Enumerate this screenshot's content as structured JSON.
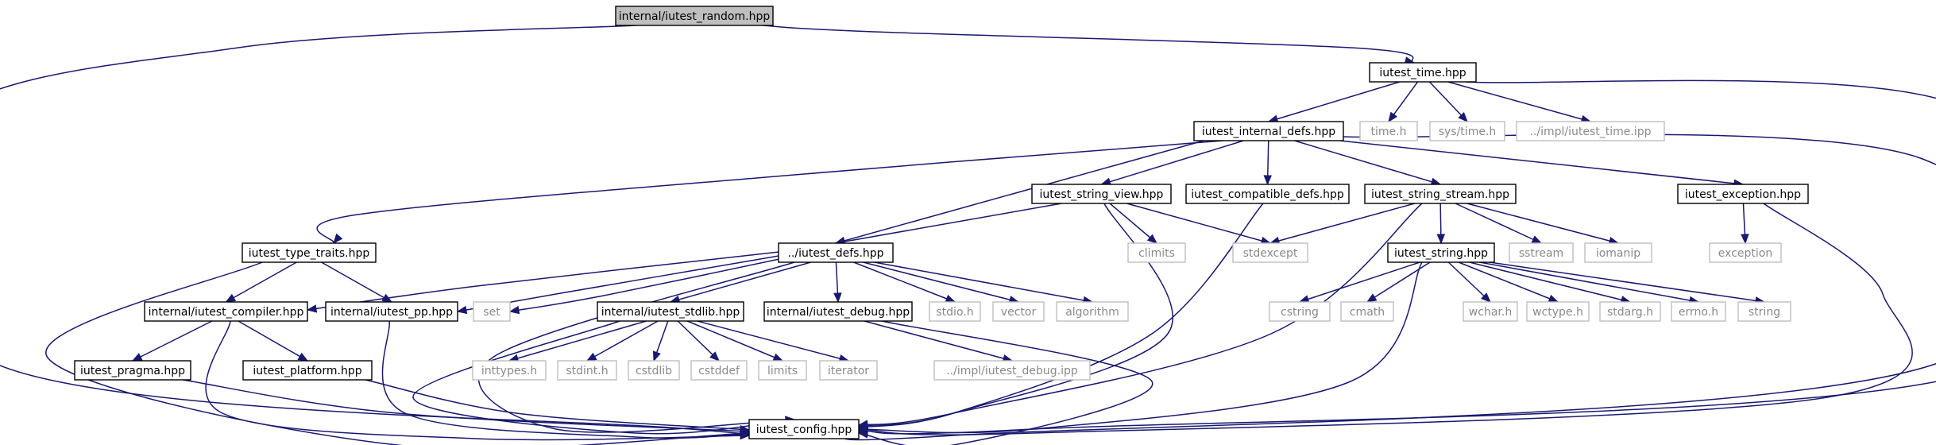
{
  "diagram": {
    "colors": {
      "edge": "#191970",
      "root_fill": "#bfbfbf",
      "node_border": "#000000",
      "system_border": "#bfbfbf",
      "system_text": "#8a8a8a",
      "node_text": "#000000"
    },
    "nodes": [
      {
        "id": "random",
        "label": "internal/iutest_random.hpp",
        "kind": "root"
      },
      {
        "id": "time",
        "label": "iutest_time.hpp",
        "kind": "header"
      },
      {
        "id": "internal_defs",
        "label": "iutest_internal_defs.hpp",
        "kind": "header"
      },
      {
        "id": "time_h",
        "label": "time.h",
        "kind": "system"
      },
      {
        "id": "sys_time_h",
        "label": "sys/time.h",
        "kind": "system"
      },
      {
        "id": "impl_time",
        "label": "../impl/iutest_time.ipp",
        "kind": "system"
      },
      {
        "id": "string_view",
        "label": "iutest_string_view.hpp",
        "kind": "header"
      },
      {
        "id": "compatible_defs",
        "label": "iutest_compatible_defs.hpp",
        "kind": "header"
      },
      {
        "id": "string_stream",
        "label": "iutest_string_stream.hpp",
        "kind": "header"
      },
      {
        "id": "exception",
        "label": "iutest_exception.hpp",
        "kind": "header"
      },
      {
        "id": "type_traits",
        "label": "iutest_type_traits.hpp",
        "kind": "header"
      },
      {
        "id": "defs",
        "label": "../iutest_defs.hpp",
        "kind": "header"
      },
      {
        "id": "climits",
        "label": "climits",
        "kind": "system"
      },
      {
        "id": "stdexcept",
        "label": "stdexcept",
        "kind": "system"
      },
      {
        "id": "string_hpp",
        "label": "iutest_string.hpp",
        "kind": "header"
      },
      {
        "id": "sstream",
        "label": "sstream",
        "kind": "system"
      },
      {
        "id": "iomanip",
        "label": "iomanip",
        "kind": "system"
      },
      {
        "id": "exception_std",
        "label": "exception",
        "kind": "system"
      },
      {
        "id": "compiler",
        "label": "internal/iutest_compiler.hpp",
        "kind": "header"
      },
      {
        "id": "pp",
        "label": "internal/iutest_pp.hpp",
        "kind": "header"
      },
      {
        "id": "set",
        "label": "set",
        "kind": "system"
      },
      {
        "id": "stdlib",
        "label": "internal/iutest_stdlib.hpp",
        "kind": "header"
      },
      {
        "id": "debug",
        "label": "internal/iutest_debug.hpp",
        "kind": "header"
      },
      {
        "id": "stdio_h",
        "label": "stdio.h",
        "kind": "system"
      },
      {
        "id": "vector",
        "label": "vector",
        "kind": "system"
      },
      {
        "id": "algorithm",
        "label": "algorithm",
        "kind": "system"
      },
      {
        "id": "cstring",
        "label": "cstring",
        "kind": "system"
      },
      {
        "id": "cmath",
        "label": "cmath",
        "kind": "system"
      },
      {
        "id": "wchar_h",
        "label": "wchar.h",
        "kind": "system"
      },
      {
        "id": "wctype_h",
        "label": "wctype.h",
        "kind": "system"
      },
      {
        "id": "stdarg_h",
        "label": "stdarg.h",
        "kind": "system"
      },
      {
        "id": "errno_h",
        "label": "errno.h",
        "kind": "system"
      },
      {
        "id": "string_std",
        "label": "string",
        "kind": "system"
      },
      {
        "id": "pragma",
        "label": "iutest_pragma.hpp",
        "kind": "header"
      },
      {
        "id": "platform",
        "label": "iutest_platform.hpp",
        "kind": "header"
      },
      {
        "id": "inttypes_h",
        "label": "inttypes.h",
        "kind": "system"
      },
      {
        "id": "stdint_h",
        "label": "stdint.h",
        "kind": "system"
      },
      {
        "id": "cstdlib",
        "label": "cstdlib",
        "kind": "system"
      },
      {
        "id": "cstddef",
        "label": "cstddef",
        "kind": "system"
      },
      {
        "id": "limits",
        "label": "limits",
        "kind": "system"
      },
      {
        "id": "iterator",
        "label": "iterator",
        "kind": "system"
      },
      {
        "id": "impl_debug",
        "label": "../impl/iutest_debug.ipp",
        "kind": "system"
      },
      {
        "id": "config",
        "label": "iutest_config.hpp",
        "kind": "header"
      }
    ],
    "edges": [
      [
        "random",
        "time"
      ],
      [
        "random",
        "config"
      ],
      [
        "time",
        "internal_defs"
      ],
      [
        "time",
        "time_h"
      ],
      [
        "time",
        "sys_time_h"
      ],
      [
        "time",
        "impl_time"
      ],
      [
        "time",
        "config"
      ],
      [
        "internal_defs",
        "string_view"
      ],
      [
        "internal_defs",
        "compatible_defs"
      ],
      [
        "internal_defs",
        "string_stream"
      ],
      [
        "internal_defs",
        "exception"
      ],
      [
        "internal_defs",
        "type_traits"
      ],
      [
        "internal_defs",
        "defs"
      ],
      [
        "internal_defs",
        "config"
      ],
      [
        "string_view",
        "defs"
      ],
      [
        "string_view",
        "climits"
      ],
      [
        "string_view",
        "stdexcept"
      ],
      [
        "string_view",
        "config"
      ],
      [
        "compatible_defs",
        "config"
      ],
      [
        "string_stream",
        "stdexcept"
      ],
      [
        "string_stream",
        "string_hpp"
      ],
      [
        "string_stream",
        "sstream"
      ],
      [
        "string_stream",
        "iomanip"
      ],
      [
        "string_stream",
        "config"
      ],
      [
        "exception",
        "exception_std"
      ],
      [
        "exception",
        "config"
      ],
      [
        "type_traits",
        "compiler"
      ],
      [
        "type_traits",
        "pp"
      ],
      [
        "type_traits",
        "config"
      ],
      [
        "defs",
        "compiler"
      ],
      [
        "defs",
        "pp"
      ],
      [
        "defs",
        "set"
      ],
      [
        "defs",
        "stdlib"
      ],
      [
        "defs",
        "debug"
      ],
      [
        "defs",
        "stdio_h"
      ],
      [
        "defs",
        "vector"
      ],
      [
        "defs",
        "algorithm"
      ],
      [
        "defs",
        "config"
      ],
      [
        "string_hpp",
        "cstring"
      ],
      [
        "string_hpp",
        "cmath"
      ],
      [
        "string_hpp",
        "wchar_h"
      ],
      [
        "string_hpp",
        "wctype_h"
      ],
      [
        "string_hpp",
        "stdarg_h"
      ],
      [
        "string_hpp",
        "errno_h"
      ],
      [
        "string_hpp",
        "string_std"
      ],
      [
        "string_hpp",
        "config"
      ],
      [
        "compiler",
        "pragma"
      ],
      [
        "compiler",
        "platform"
      ],
      [
        "compiler",
        "config"
      ],
      [
        "pp",
        "config"
      ],
      [
        "stdlib",
        "inttypes_h"
      ],
      [
        "stdlib",
        "stdint_h"
      ],
      [
        "stdlib",
        "cstdlib"
      ],
      [
        "stdlib",
        "cstddef"
      ],
      [
        "stdlib",
        "limits"
      ],
      [
        "stdlib",
        "iterator"
      ],
      [
        "stdlib",
        "config"
      ],
      [
        "debug",
        "impl_debug"
      ],
      [
        "debug",
        "config"
      ],
      [
        "pragma",
        "config"
      ],
      [
        "platform",
        "config"
      ]
    ]
  }
}
